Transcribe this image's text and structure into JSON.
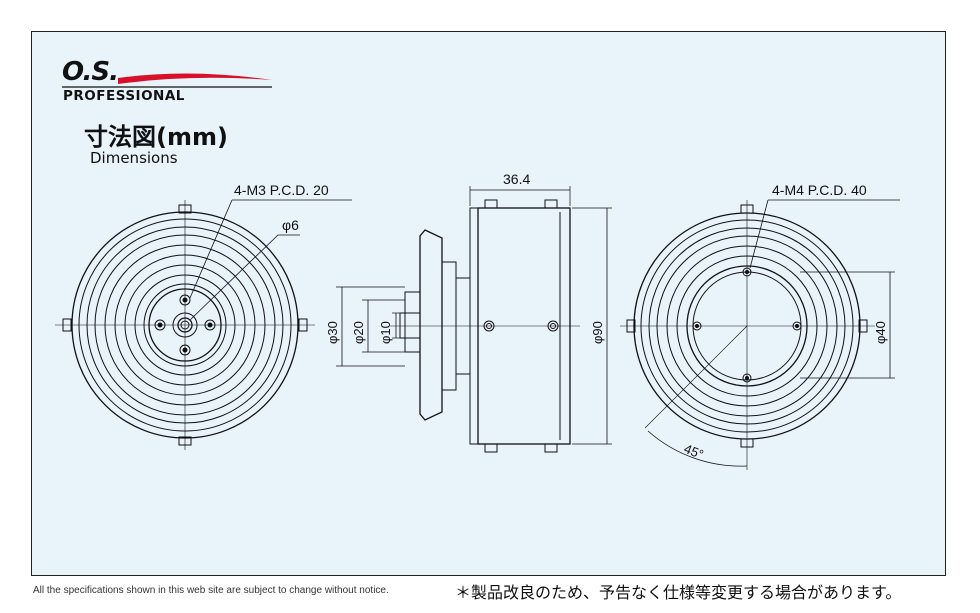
{
  "logo": {
    "brand": "O.S.",
    "sub": "PROFESSIONAL"
  },
  "title": {
    "jp": "寸法図(mm)",
    "en": "Dimensions"
  },
  "labels": {
    "front_pcd": "4-M3 P.C.D. 20",
    "front_shaft": "φ6",
    "side_length": "36.4",
    "side_d30": "φ30",
    "side_d20": "φ20",
    "side_d10": "φ10",
    "side_d90": "φ90",
    "rear_pcd": "4-M4 P.C.D. 40",
    "rear_d40": "φ40",
    "rear_angle": "45°"
  },
  "footer": {
    "en": "All the specifications shown in this web site are subject to change without notice.",
    "jp": "＊製品改良のため、予告なく仕様等変更する場合があります。"
  },
  "colors": {
    "panel": "#e9f3fa",
    "line": "#111111",
    "swoosh": "#d8102a"
  }
}
